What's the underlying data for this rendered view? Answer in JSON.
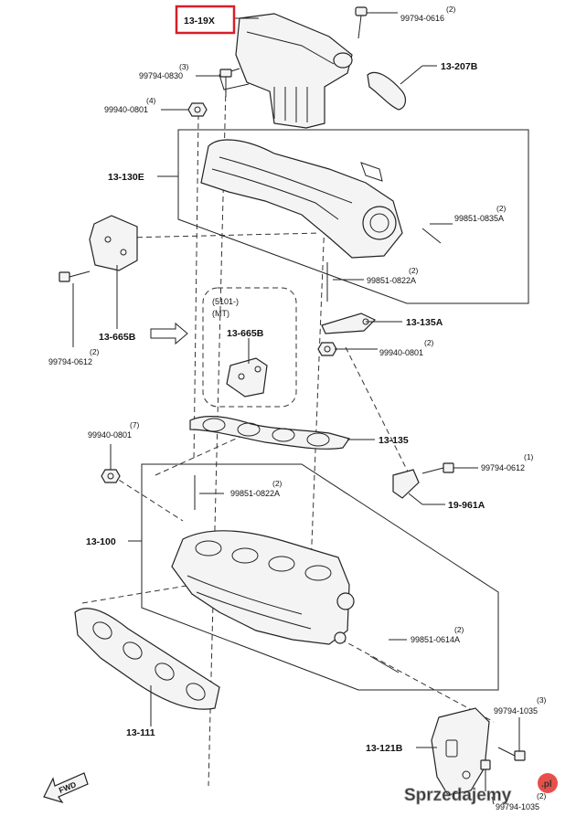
{
  "labels": {
    "l_13_19x": "13-19X",
    "l_13_207b": "13-207B",
    "l_13_130e": "13-130E",
    "l_13_665b_left": "13-665B",
    "l_13_665b_box": "13-665B",
    "l_13_135a": "13-135A",
    "l_13_135": "13-135",
    "l_19_961a": "19-961A",
    "l_13_100": "13-100",
    "l_13_111": "13-111",
    "l_13_121b": "13-121B"
  },
  "part_numbers": {
    "p_99794_0616": "99794-0616",
    "p_99794_0830": "99794-0830",
    "p_99940_0801_top": "99940-0801",
    "p_99851_0835a": "99851-0835A",
    "p_99851_0822a_top": "99851-0822A",
    "p_99794_0612_left": "99794-0612",
    "p_99940_0801_mid": "99940-0801",
    "p_99940_0801_left": "99940-0801",
    "p_99794_0612_right": "99794-0612",
    "p_99851_0822a_bottom": "99851-0822A",
    "p_99851_0614a": "99851-0614A",
    "p_99794_1035_a": "99794-1035",
    "p_99794_1035_b": "99794-1035"
  },
  "quantities": {
    "q_99794_0616": "(2)",
    "q_99794_0830": "(3)",
    "q_99940_0801_top": "(4)",
    "q_99851_0835a": "(2)",
    "q_99851_0822a_top": "(2)",
    "q_99794_0612_left": "(2)",
    "q_99940_0801_mid": "(2)",
    "q_99940_0801_left": "(7)",
    "q_99794_0612_right": "(1)",
    "q_99851_0822a_bottom": "(2)",
    "q_99851_0614a": "(2)",
    "q_99794_1035_a": "(3)",
    "q_99794_1035_b": "(2)"
  },
  "inset": {
    "note_line1": "(5101-)",
    "note_line2": "(MT)"
  },
  "direction": {
    "fwd": "FWD"
  },
  "watermark": {
    "text": "Sprzedajemy",
    "suffix": ".pl"
  },
  "colors": {
    "highlight": "#d81e2a",
    "watermark_logo": "#e4312b"
  }
}
